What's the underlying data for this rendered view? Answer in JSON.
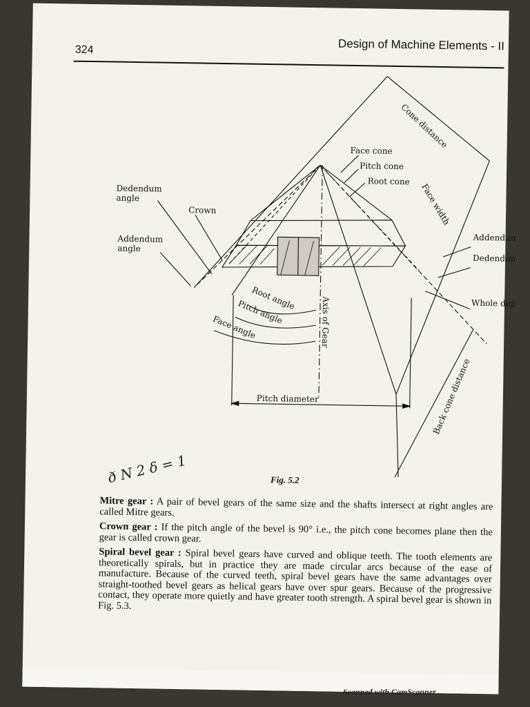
{
  "header": {
    "page_number": "324",
    "book_title": "Design of Machine Elements - II"
  },
  "figure": {
    "caption": "Fig. 5.2",
    "labels": {
      "cone_distance": "Cone distance",
      "face_cone": "Face cone",
      "pitch_cone": "Pitch cone",
      "root_cone": "Root cone",
      "face_width": "Face width",
      "dedendum_angle_1": "Dedendum",
      "dedendum_angle_2": "angle",
      "crown": "Crown",
      "addendum_angle_1": "Addendum",
      "addendum_angle_2": "angle",
      "addendum": "Addendum",
      "dedendum": "Dedendum",
      "whole_depth": "Whole depth",
      "root_angle": "Root angle",
      "pitch_angle": "Pitch angle",
      "face_angle": "Face angle",
      "axis_of_gear": "Axis of Gear",
      "pitch_diameter": "Pitch diameter",
      "back_cone_distance": "Back cone distance"
    }
  },
  "handwritten_note": "ð N 2 δ = 1",
  "paragraphs": [
    {
      "term": "Mitre gear :",
      "text": " A pair of bevel gears of the same size and the shafts intersect at right angles are called Mitre gears."
    },
    {
      "term": "Crown gear :",
      "text": " If the pitch angle of the bevel is 90° i.e., the pitch cone becomes plane then the gear is called crown gear."
    },
    {
      "term": "Spiral bevel gear :",
      "text": " Spiral bevel gears have curved and oblique teeth. The tooth elements are theoretically spirals, but in practice they are made circular arcs because of the ease of manufacture. Because of the curved teeth, spiral bevel gears have the same advantages over straight-toothed bevel gears as helical gears have over spur gears. Because of the progressive contact, they operate more quietly and have greater tooth strength. A spiral bevel gear is shown in Fig. 5.3."
    }
  ],
  "footer": {
    "scanner": "Scanned with CamScanner"
  }
}
